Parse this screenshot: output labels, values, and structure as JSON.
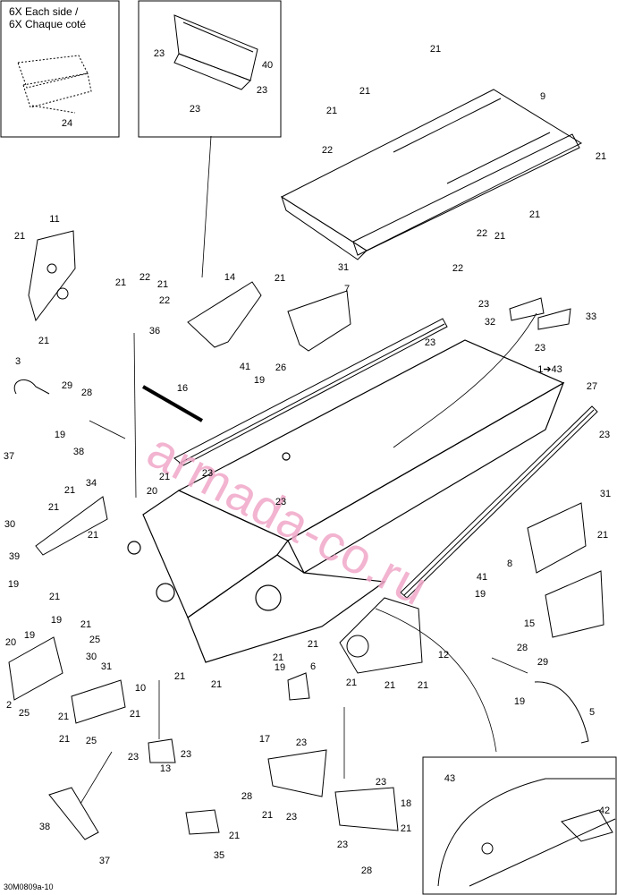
{
  "inset_note": {
    "line1": "6X Each side /",
    "line2": "6X Chaque coté"
  },
  "watermark": "armada-co.ru",
  "figure_ref": "30M0809a-10",
  "callouts": {
    "c24": "24",
    "c23a": "23",
    "c40": "40",
    "c23b": "23",
    "c23c": "23",
    "c21a": "21",
    "c9": "9",
    "c21b": "21",
    "c21c": "21",
    "c22a": "22",
    "c21d": "21",
    "c21e": "21",
    "c22b": "22",
    "c21f": "21",
    "c22c": "22",
    "c11": "11",
    "c21g": "21",
    "c21h": "21",
    "c22d": "22",
    "c21i": "21",
    "c21j": "21",
    "c22e": "22",
    "c36": "36",
    "c14": "14",
    "c21k": "21",
    "c31a": "31",
    "c7": "7",
    "c23d": "23",
    "c32": "32",
    "c33": "33",
    "c23e": "23",
    "c3": "3",
    "c29a": "29",
    "c28a": "28",
    "c19a": "19",
    "c37a": "37",
    "c38a": "38",
    "c16": "16",
    "c41a": "41",
    "c19b": "19",
    "c26": "26",
    "c23f": "23",
    "c1_43": "1➔43",
    "c27": "27",
    "c23g": "23",
    "c21l": "21",
    "c34": "34",
    "c21m": "21",
    "c30a": "30",
    "c21n": "21",
    "c21o": "21",
    "c20a": "20",
    "c23h": "23",
    "c23i": "23",
    "c31b": "31",
    "c21p": "21",
    "c8": "8",
    "c39": "39",
    "c19c": "19",
    "c21q": "21",
    "c41b": "41",
    "c19d": "19",
    "c15": "15",
    "c19e": "19",
    "c21r": "21",
    "c25a": "25",
    "c20b": "20",
    "c19f": "19",
    "c30b": "30",
    "c31c": "31",
    "c21s": "21",
    "c21t": "21",
    "c12": "12",
    "c21u": "21",
    "c21v": "21",
    "c21w": "21",
    "c2": "2",
    "c25b": "25",
    "c10": "10",
    "c21x": "21",
    "c21y": "21",
    "c25c": "25",
    "c21z": "21",
    "c6": "6",
    "c19g": "19",
    "c21aa": "21",
    "c28b": "28",
    "c29b": "29",
    "c19h": "19",
    "c5": "5",
    "c23j": "23",
    "c13": "13",
    "c23k": "23",
    "c17": "17",
    "c23l": "23",
    "c28c": "28",
    "c21ab": "21",
    "c23m": "23",
    "c23n": "23",
    "c18": "18",
    "c21ac": "21",
    "c23o": "23",
    "c28d": "28",
    "c38b": "38",
    "c37b": "37",
    "c21ad": "21",
    "c35": "35",
    "c43": "43",
    "c42": "42"
  }
}
